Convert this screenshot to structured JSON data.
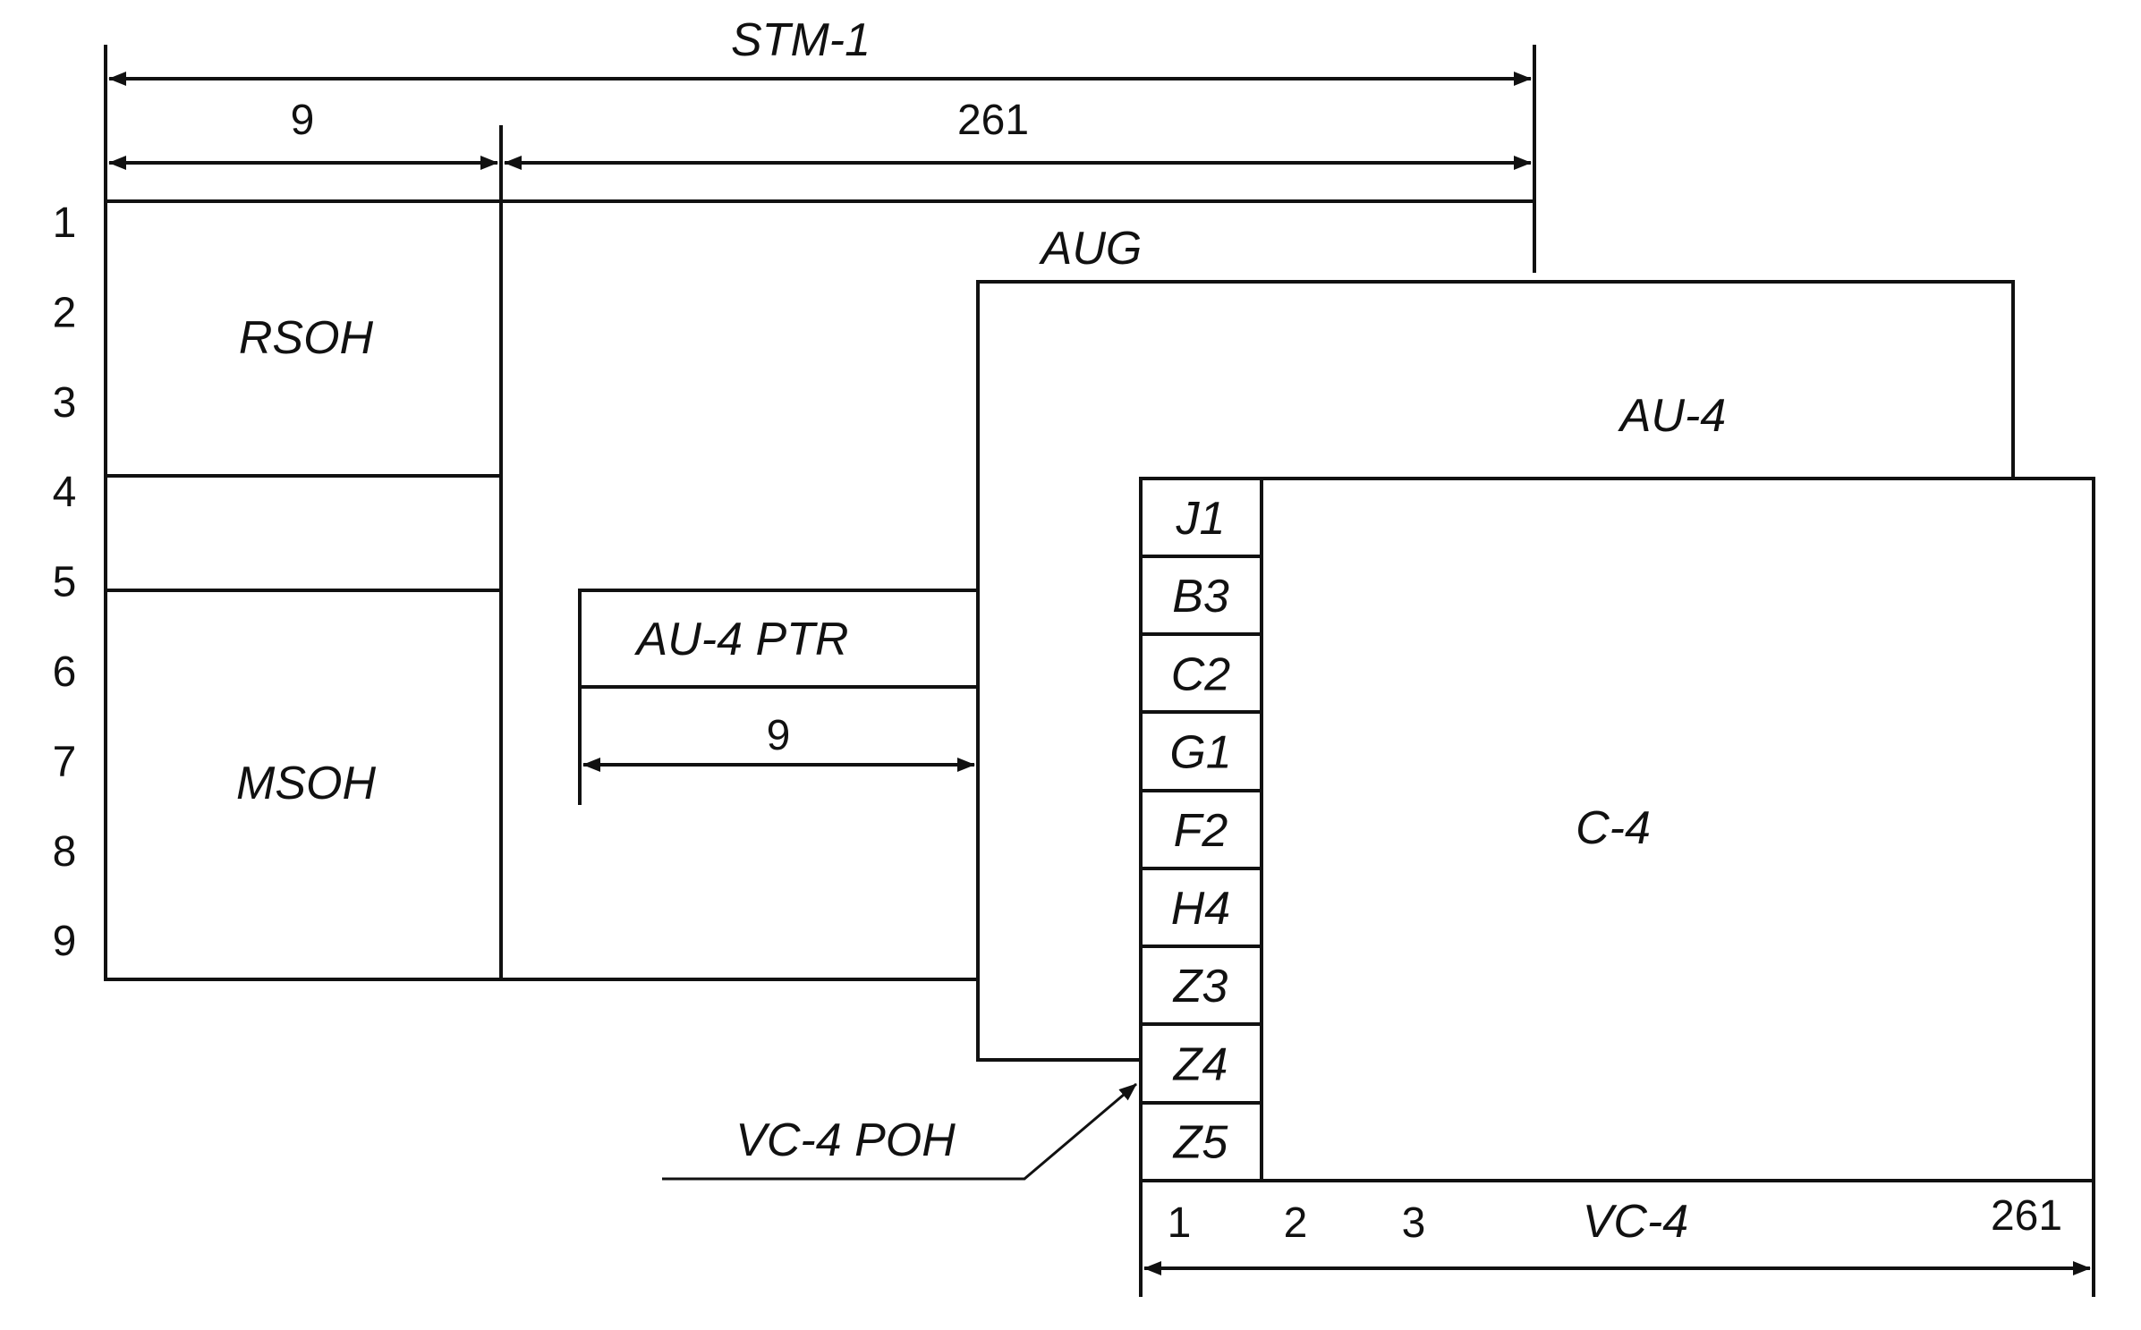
{
  "colors": {
    "ink": "#111111",
    "background": "#ffffff"
  },
  "stm1": {
    "title": "STM-1",
    "overhead_columns": "9",
    "payload_columns": "261",
    "row_numbers": [
      "1",
      "2",
      "3",
      "4",
      "5",
      "6",
      "7",
      "8",
      "9"
    ],
    "rsoh": "RSOH",
    "msoh": "MSOH",
    "aug": "AUG"
  },
  "au4": {
    "label": "AU-4",
    "pointer": "AU-4 PTR",
    "pointer_columns": "9"
  },
  "vc4": {
    "label": "VC-4",
    "poh_label": "VC-4 POH",
    "payload": "C-4",
    "poh_bytes": [
      "J1",
      "B3",
      "C2",
      "G1",
      "F2",
      "H4",
      "Z3",
      "Z4",
      "Z5"
    ],
    "column_numbers": [
      "1",
      "2",
      "3"
    ],
    "last_column": "261"
  }
}
